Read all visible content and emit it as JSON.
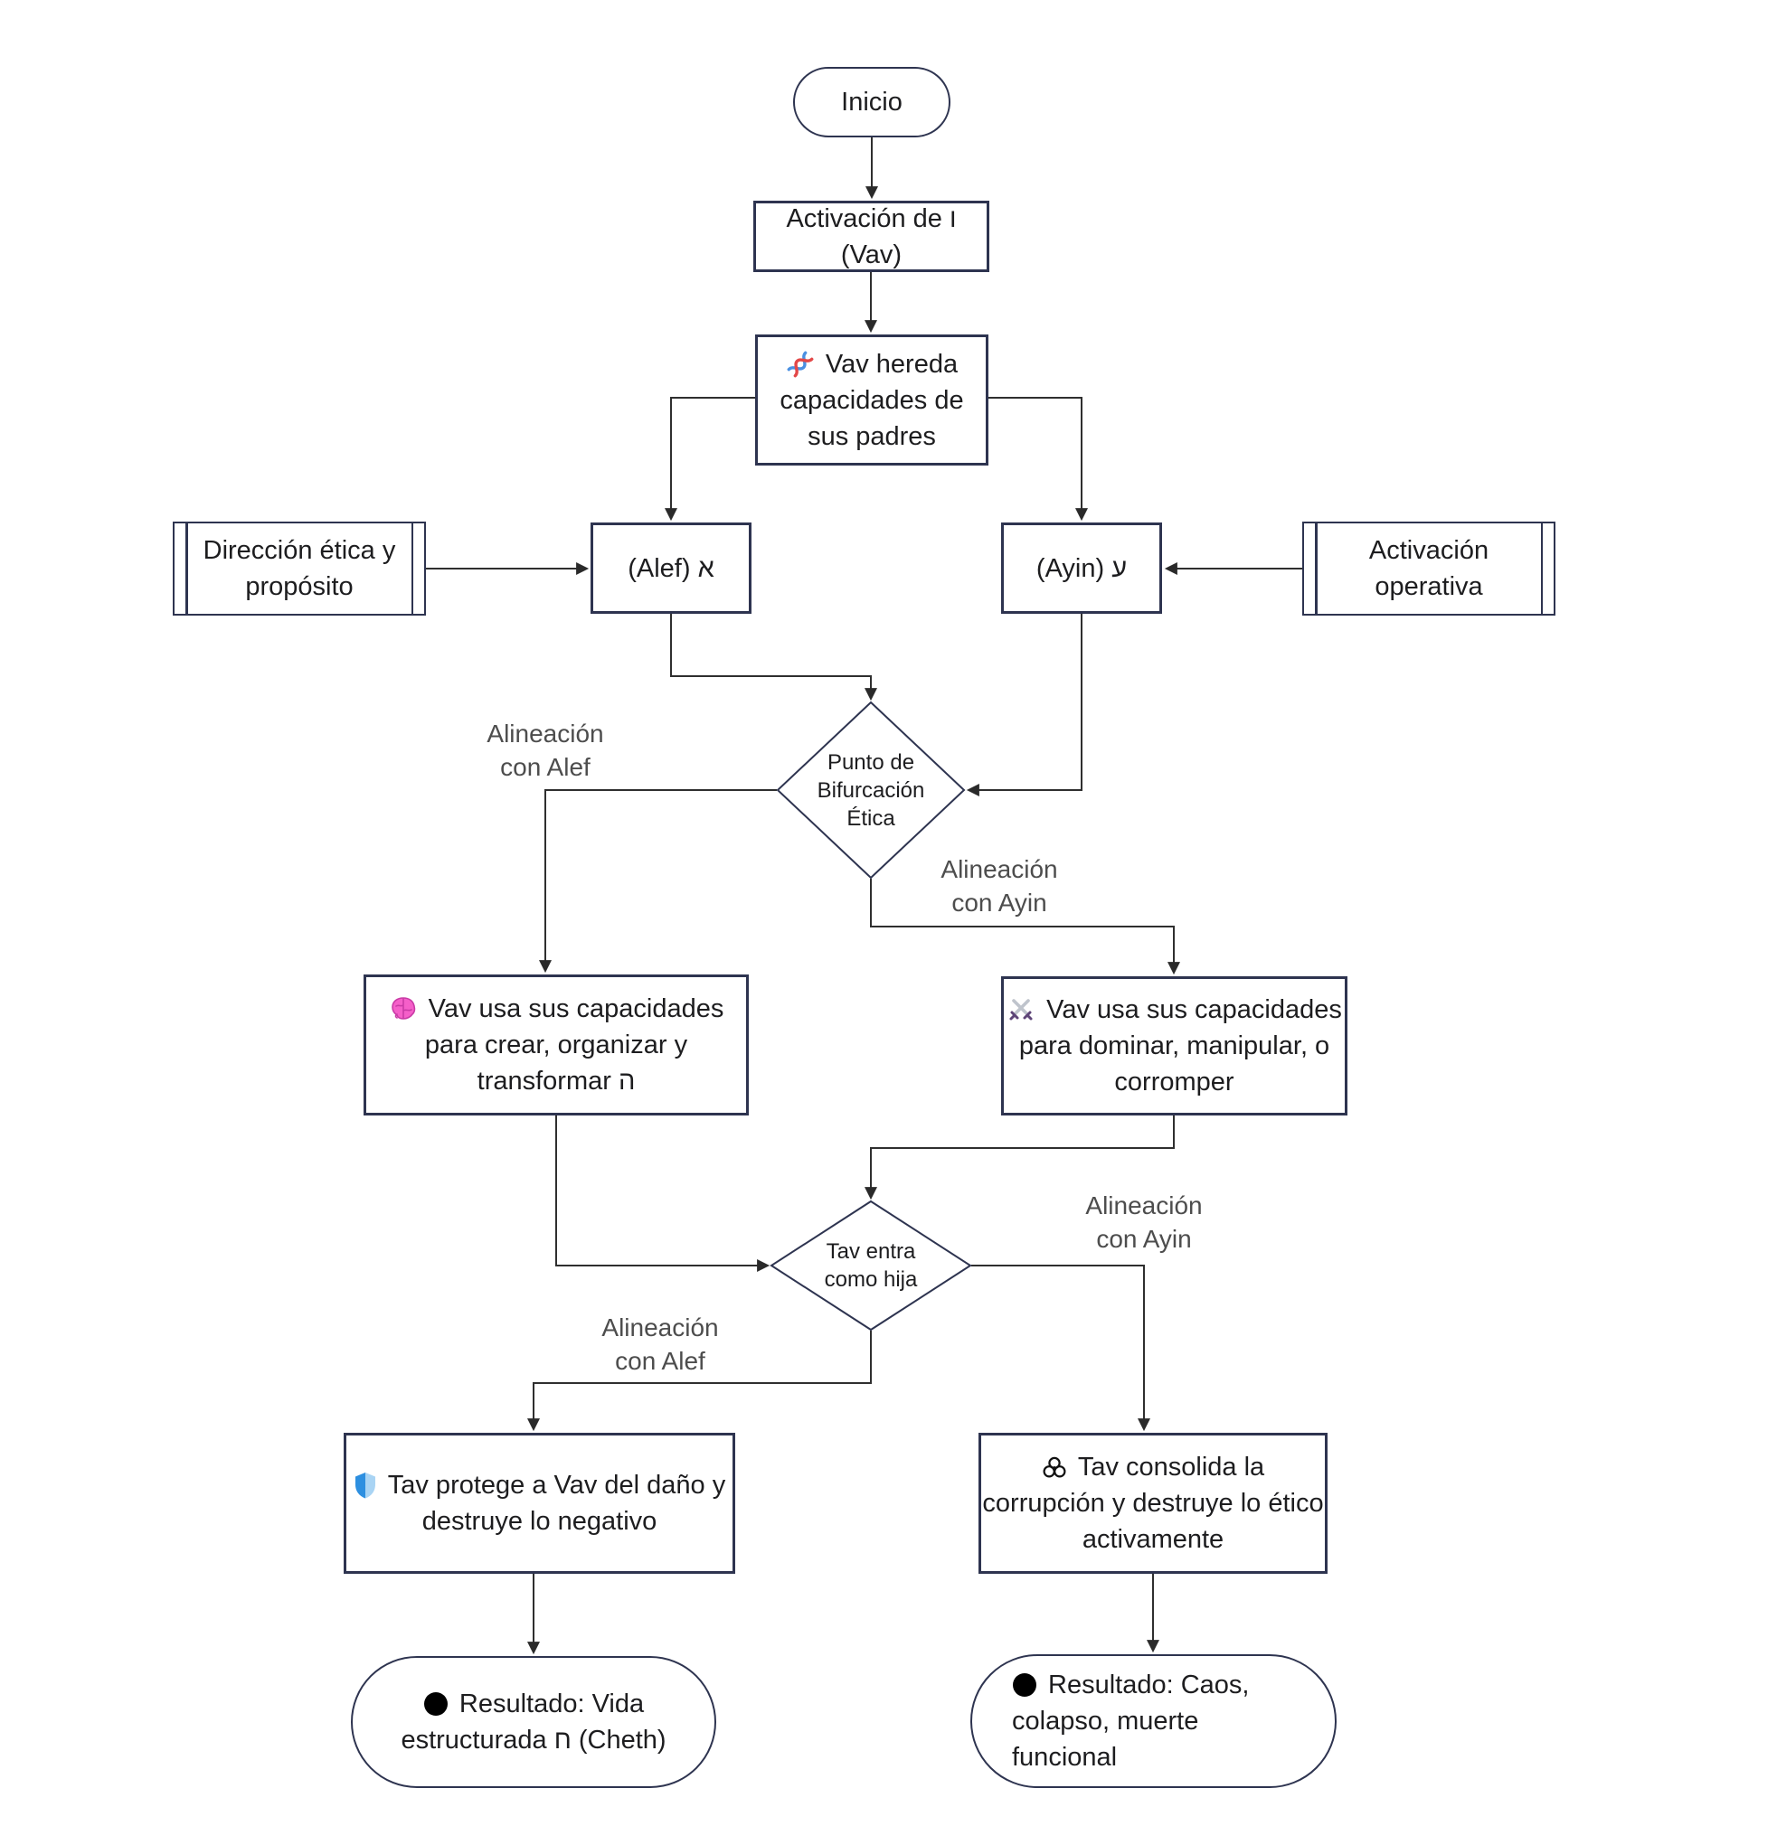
{
  "diagram_type": "flowchart",
  "palette": {
    "background": "#ffffff",
    "node_border": "#2e3450",
    "node_fill": "#ffffff",
    "node_text": "#1d1d1f",
    "edge_line": "#2f2f2f",
    "edge_label_text": "#4d4d4d",
    "dna_blue": "#4a90e2",
    "dna_red": "#e34848",
    "brain_pink": "#f55fc9",
    "sword_blade_silver": "#bfc4cc",
    "sword_hilt_purple": "#5e4578",
    "shield_blue_dark": "#2d8fe0",
    "shield_blue_light": "#a9d4f4",
    "biohazard_black": "#111111",
    "result_dot_black": "#000000"
  },
  "nodes": {
    "inicio": {
      "shape": "stadium",
      "lines": [
        "Inicio"
      ]
    },
    "activacion_vav": {
      "shape": "rect",
      "lines": [
        "Activación de ו",
        "(Vav)"
      ]
    },
    "vav_hereda": {
      "shape": "rect",
      "icon": "dna-icon",
      "lines": [
        "Vav hereda",
        "capacidades de",
        "sus padres"
      ]
    },
    "alef": {
      "shape": "rect",
      "lines": [
        "(Alef) א"
      ]
    },
    "ayin": {
      "shape": "rect",
      "lines": [
        "(Ayin) ע"
      ]
    },
    "direccion_etica": {
      "shape": "subroutine",
      "lines": [
        "Dirección ética y",
        "propósito"
      ]
    },
    "activacion_operativa": {
      "shape": "subroutine",
      "lines": [
        "Activación",
        "operativa"
      ]
    },
    "punto_bifurcacion": {
      "shape": "diamond",
      "lines": [
        "Punto de",
        "Bifurcación",
        "Ética"
      ]
    },
    "vav_crear": {
      "shape": "rect",
      "icon": "brain-icon",
      "lines": [
        "Vav usa sus capacidades",
        "para crear, organizar y",
        "transformar ה"
      ]
    },
    "vav_dominar": {
      "shape": "rect",
      "icon": "crossed-swords-icon",
      "lines": [
        "Vav usa sus capacidades",
        "para dominar, manipular, o",
        "corromper"
      ]
    },
    "tav_entra": {
      "shape": "diamond",
      "lines": [
        "Tav entra",
        "como hija"
      ]
    },
    "tav_protege": {
      "shape": "rect",
      "icon": "shield-icon",
      "lines": [
        "Tav protege a Vav del daño y",
        "destruye lo negativo"
      ]
    },
    "tav_consolida": {
      "shape": "rect",
      "icon": "biohazard-icon",
      "lines": [
        "Tav consolida la",
        "corrupción y destruye lo ético",
        "activamente"
      ]
    },
    "resultado_vida": {
      "shape": "stadium",
      "icon": "black-circle-icon",
      "lines": [
        "Resultado: Vida",
        "estructurada ח (Cheth)"
      ]
    },
    "resultado_caos": {
      "shape": "stadium",
      "icon": "black-circle-icon",
      "lines": [
        "Resultado: Caos,",
        "colapso, muerte",
        "funcional"
      ]
    }
  },
  "edge_labels": {
    "alineacion_alef_1": {
      "lines": [
        "Alineación",
        "con Alef"
      ]
    },
    "alineacion_ayin_1": {
      "lines": [
        "Alineación",
        "con Ayin"
      ]
    },
    "alineacion_ayin_2": {
      "lines": [
        "Alineación",
        "con Ayin"
      ]
    },
    "alineacion_alef_2": {
      "lines": [
        "Alineación",
        "con Alef"
      ]
    }
  }
}
